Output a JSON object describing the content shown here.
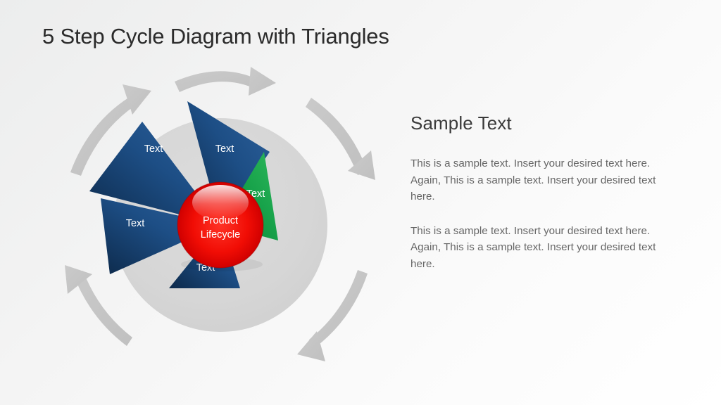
{
  "slide": {
    "title": "5 Step Cycle Diagram with Triangles"
  },
  "diagram": {
    "name": "5-step-cycle-diagram",
    "center": {
      "line1": "Product",
      "line2": "Lifecycle"
    },
    "steps": [
      {
        "id": "step-1",
        "label": "Text",
        "position": "top-right",
        "state": "normal",
        "color": "#1d4e85"
      },
      {
        "id": "step-2",
        "label": "Text",
        "position": "right",
        "state": "highlighted",
        "color": "#17a24a"
      },
      {
        "id": "step-3",
        "label": "Text",
        "position": "bottom",
        "state": "normal",
        "color": "#1d4e85"
      },
      {
        "id": "step-4",
        "label": "Text",
        "position": "left",
        "state": "normal",
        "color": "#1d4e85"
      },
      {
        "id": "step-5",
        "label": "Text",
        "position": "top-left",
        "state": "normal",
        "color": "#1d4e85"
      }
    ],
    "arrows": [
      {
        "id": "arrow-1",
        "from": "top-left",
        "to": "top-right"
      },
      {
        "id": "arrow-2",
        "from": "top-right",
        "to": "right"
      },
      {
        "id": "arrow-3",
        "from": "right",
        "to": "bottom"
      },
      {
        "id": "arrow-4",
        "from": "bottom",
        "to": "left"
      },
      {
        "id": "arrow-5",
        "from": "left",
        "to": "top-left"
      }
    ]
  },
  "panel": {
    "heading": "Sample Text",
    "paragraphs": [
      "This is a sample text. Insert your desired text here. Again, This is a sample text. Insert your desired text here.",
      "This is a sample text. Insert your desired text here. Again, This is a sample text. Insert your desired text here."
    ]
  },
  "colors": {
    "background_start": "#eceded",
    "background_end": "#ffffff",
    "title_text": "#2b2b2b",
    "heading_text": "#3a3a3a",
    "body_text": "#666666",
    "disc_gray": "#d5d5d5",
    "arrow_gray": "#c6c6c6",
    "blue_light": "#2a5c96",
    "blue_dark": "#0e2e51",
    "green_light": "#25ab4f",
    "green_dark": "#0c8a37",
    "core_red_light": "#ff2b22",
    "core_red_dark": "#b40000"
  }
}
